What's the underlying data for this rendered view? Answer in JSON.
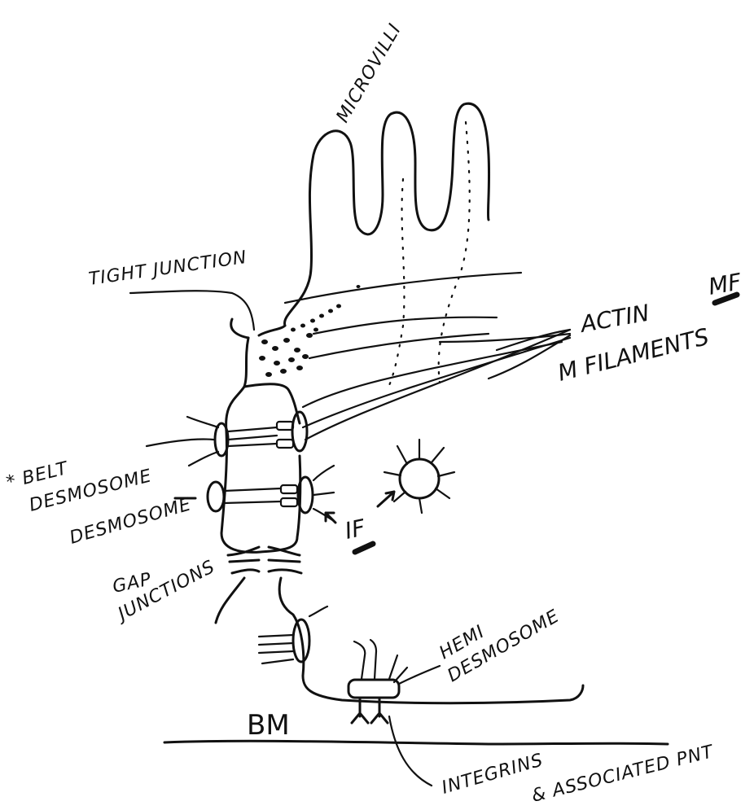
{
  "labels": {
    "microvilli": "MICROVILLI",
    "tight_junction": "TIGHT JUNCTION",
    "actin_line1": "ACTIN",
    "actin_line2": "M FILAMENTS",
    "mf": "MF",
    "belt_line1": "* BELT",
    "belt_line2": "DESMOSOME",
    "desmosome": "DESMOSOME",
    "if": "IF",
    "gap_line1": "GAP",
    "gap_line2": "JUNCTIONS",
    "hemi_line1": "HEMI",
    "hemi_line2": "DESMOSOME",
    "bm": "BM",
    "integrins_line1": "INTEGRINS",
    "integrins_line2": "& ASSOCIATED PNT"
  }
}
